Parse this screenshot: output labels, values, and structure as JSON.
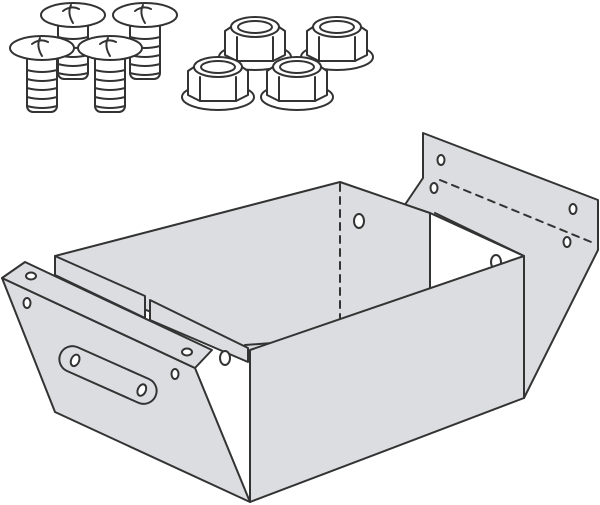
{
  "illustration": {
    "parts": [
      "screw",
      "screw",
      "screw",
      "screw",
      "flange-nut",
      "flange-nut",
      "flange-nut",
      "flange-nut",
      "sheet-metal-box"
    ],
    "colors": {
      "panel_fill": "#dcdde1",
      "hardware_fill": "#ffffff",
      "outline": "#333333"
    }
  }
}
